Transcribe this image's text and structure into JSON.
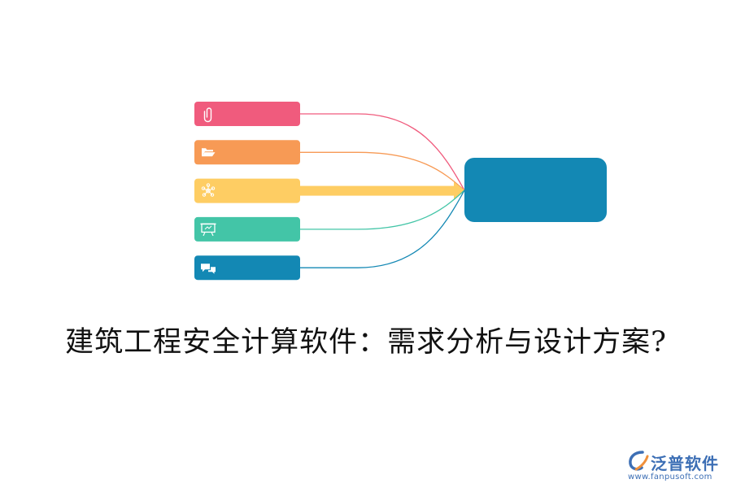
{
  "diagram": {
    "title": "建筑工程安全计算软件：需求分析与设计方案?",
    "nodes": [
      {
        "icon": "paperclip-icon",
        "color": "#f05b7d"
      },
      {
        "icon": "folder-open-icon",
        "color": "#f79a55"
      },
      {
        "icon": "network-icon",
        "color": "#fecd63"
      },
      {
        "icon": "presentation-icon",
        "color": "#43c5a7"
      },
      {
        "icon": "chat-bubbles-icon",
        "color": "#1388b4"
      }
    ],
    "target": {
      "color": "#1388b4"
    },
    "highlight_arrow_color": "#fecd63"
  },
  "logo": {
    "name": "泛普软件",
    "url": "www.fanpusoft.com",
    "colors": {
      "primary": "#3d6fb5",
      "accent": "#f0903b"
    }
  }
}
